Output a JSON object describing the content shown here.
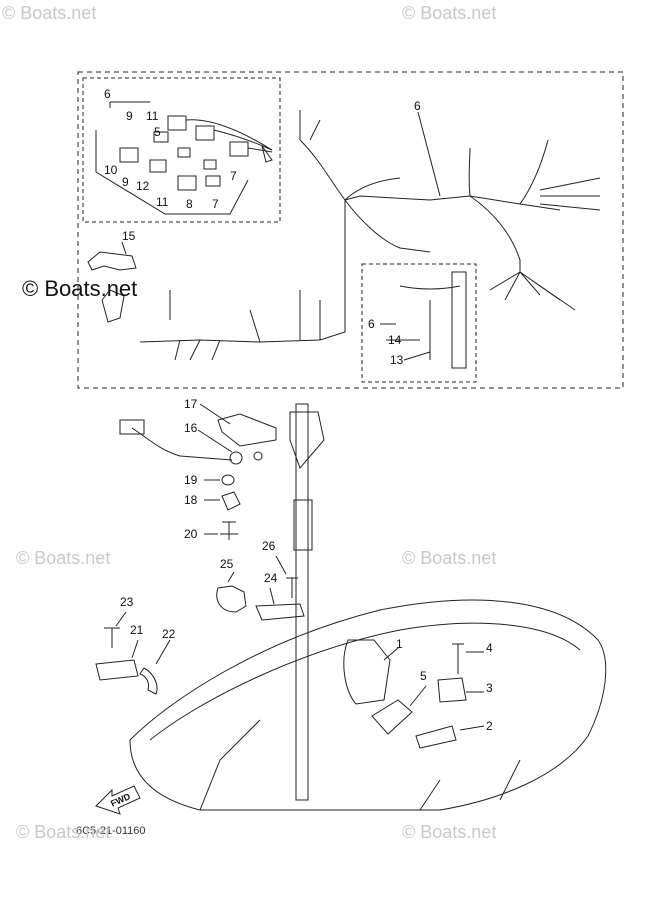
{
  "watermarks": {
    "top_left": "© Boats.net",
    "top_right": "© Boats.net",
    "mid_left": "© Boats.net",
    "mid_right": "© Boats.net",
    "bottom_left": "© Boats.net",
    "bottom_right": "© Boats.net",
    "overlay": "© Boats.net"
  },
  "callouts": {
    "c6a": "6",
    "c9a": "9",
    "c11a": "11",
    "c5": "5",
    "c10": "10",
    "c12": "12",
    "c9b": "9",
    "c11b": "11",
    "c8": "8",
    "c7a": "7",
    "c7b": "7",
    "c6b": "6",
    "c15": "15",
    "c6c": "6",
    "c14": "14",
    "c13": "13",
    "c17": "17",
    "c16": "16",
    "c19": "19",
    "c18": "18",
    "c20": "20",
    "c25": "25",
    "c26": "26",
    "c24": "24",
    "c23": "23",
    "c21": "21",
    "c22": "22",
    "c1": "1",
    "c4": "4",
    "c5b": "5",
    "c3": "3",
    "c2": "2"
  },
  "fwd_label": "FWD",
  "part_code": "6C5-21-01160"
}
